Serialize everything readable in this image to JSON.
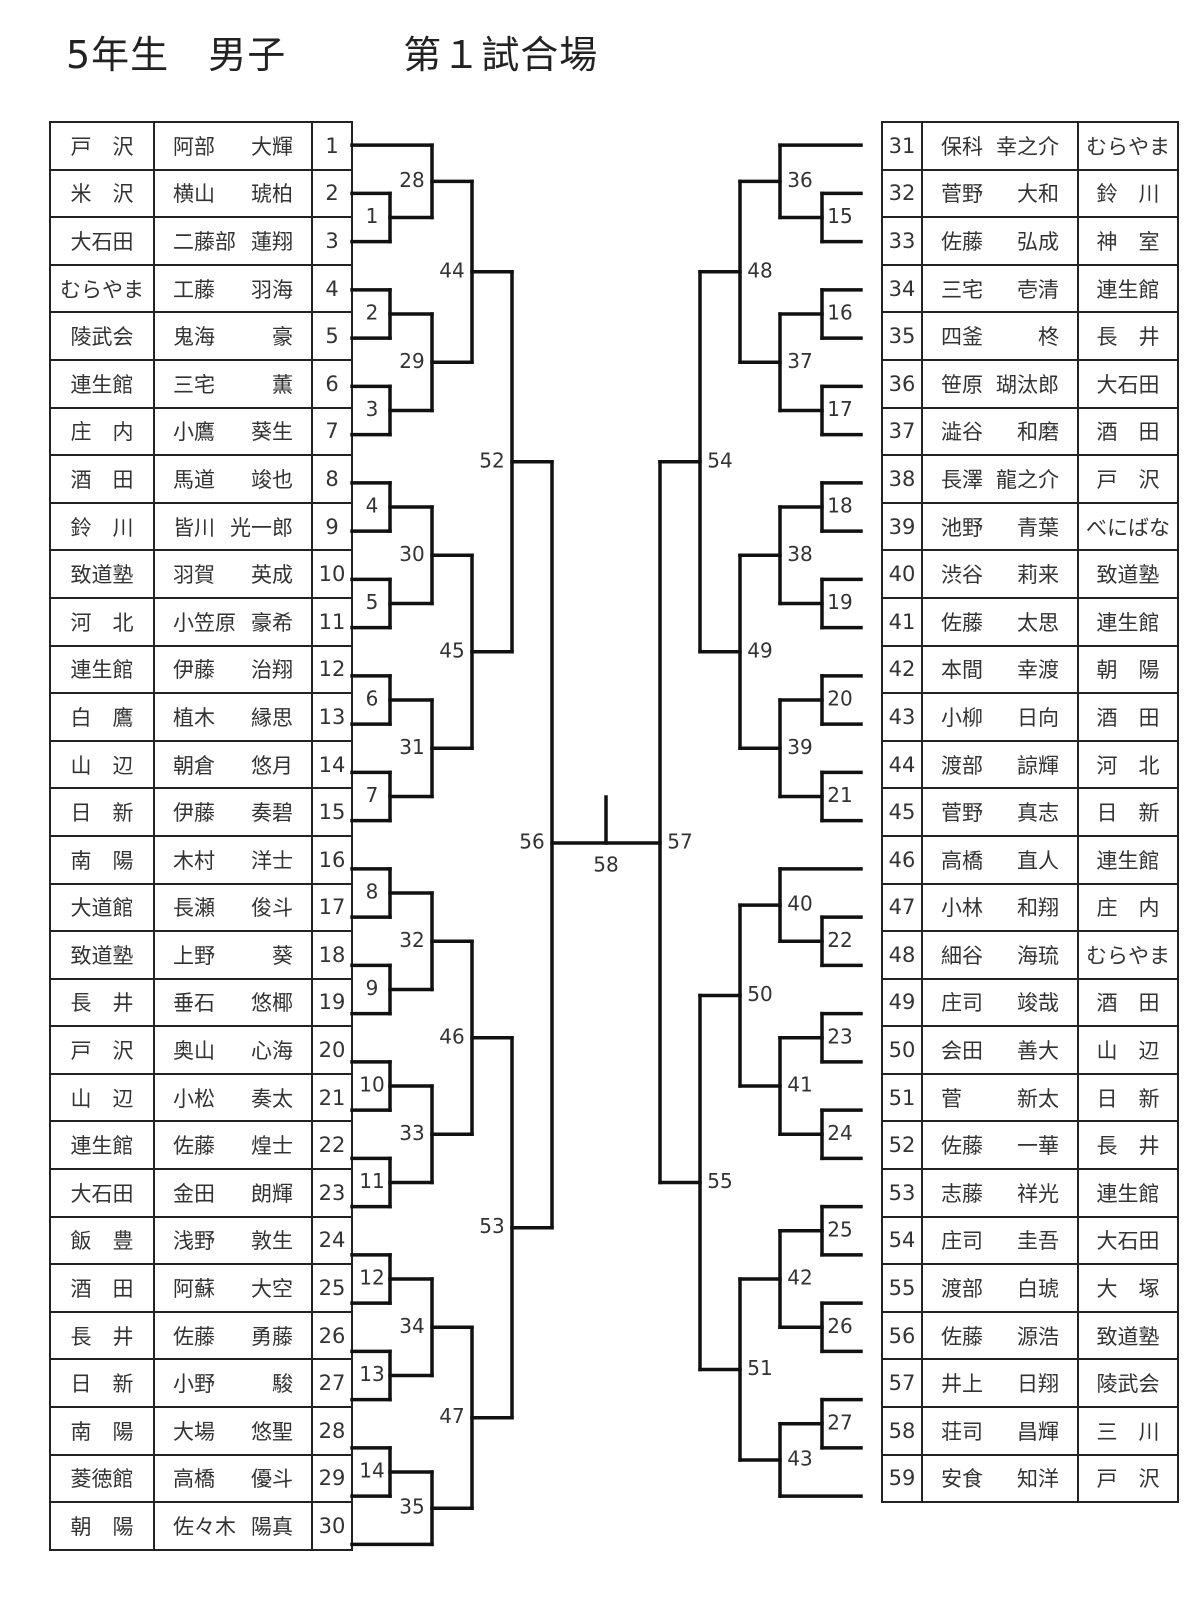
{
  "title": {
    "grade": "5年生",
    "gender": "男子",
    "court": "第１試合場"
  },
  "left_players": [
    {
      "no": "1",
      "team": "戸　沢",
      "family": "阿部",
      "given": "大輝"
    },
    {
      "no": "2",
      "team": "米　沢",
      "family": "横山",
      "given": "琥柏"
    },
    {
      "no": "3",
      "team": "大石田",
      "family": "二藤部",
      "given": "蓮翔"
    },
    {
      "no": "4",
      "team": "むらやま",
      "family": "工藤",
      "given": "羽海"
    },
    {
      "no": "5",
      "team": "陵武会",
      "family": "鬼海",
      "given": "豪"
    },
    {
      "no": "6",
      "team": "連生館",
      "family": "三宅",
      "given": "薫"
    },
    {
      "no": "7",
      "team": "庄　内",
      "family": "小鷹",
      "given": "葵生"
    },
    {
      "no": "8",
      "team": "酒　田",
      "family": "馬道",
      "given": "竣也"
    },
    {
      "no": "9",
      "team": "鈴　川",
      "family": "皆川",
      "given": "光一郎"
    },
    {
      "no": "10",
      "team": "致道塾",
      "family": "羽賀",
      "given": "英成"
    },
    {
      "no": "11",
      "team": "河　北",
      "family": "小笠原",
      "given": "豪希"
    },
    {
      "no": "12",
      "team": "連生館",
      "family": "伊藤",
      "given": "治翔"
    },
    {
      "no": "13",
      "team": "白　鷹",
      "family": "植木",
      "given": "縁思"
    },
    {
      "no": "14",
      "team": "山　辺",
      "family": "朝倉",
      "given": "悠月"
    },
    {
      "no": "15",
      "team": "日　新",
      "family": "伊藤",
      "given": "奏碧"
    },
    {
      "no": "16",
      "team": "南　陽",
      "family": "木村",
      "given": "洋士"
    },
    {
      "no": "17",
      "team": "大道館",
      "family": "長瀬",
      "given": "俊斗"
    },
    {
      "no": "18",
      "team": "致道塾",
      "family": "上野",
      "given": "葵"
    },
    {
      "no": "19",
      "team": "長　井",
      "family": "垂石",
      "given": "悠椰"
    },
    {
      "no": "20",
      "team": "戸　沢",
      "family": "奥山",
      "given": "心海"
    },
    {
      "no": "21",
      "team": "山　辺",
      "family": "小松",
      "given": "奏太"
    },
    {
      "no": "22",
      "team": "連生館",
      "family": "佐藤",
      "given": "煌士"
    },
    {
      "no": "23",
      "team": "大石田",
      "family": "金田",
      "given": "朗輝"
    },
    {
      "no": "24",
      "team": "飯　豊",
      "family": "浅野",
      "given": "敦生"
    },
    {
      "no": "25",
      "team": "酒　田",
      "family": "阿蘇",
      "given": "大空"
    },
    {
      "no": "26",
      "team": "長　井",
      "family": "佐藤",
      "given": "勇藤"
    },
    {
      "no": "27",
      "team": "日　新",
      "family": "小野",
      "given": "駿"
    },
    {
      "no": "28",
      "team": "南　陽",
      "family": "大場",
      "given": "悠聖"
    },
    {
      "no": "29",
      "team": "菱徳館",
      "family": "高橋",
      "given": "優斗"
    },
    {
      "no": "30",
      "team": "朝　陽",
      "family": "佐々木",
      "given": "陽真"
    }
  ],
  "right_players": [
    {
      "no": "31",
      "team": "むらやま",
      "family": "保科",
      "given": "幸之介"
    },
    {
      "no": "32",
      "team": "鈴　川",
      "family": "菅野",
      "given": "大和"
    },
    {
      "no": "33",
      "team": "神　室",
      "family": "佐藤",
      "given": "弘成"
    },
    {
      "no": "34",
      "team": "連生館",
      "family": "三宅",
      "given": "壱清"
    },
    {
      "no": "35",
      "team": "長　井",
      "family": "四釜",
      "given": "柊"
    },
    {
      "no": "36",
      "team": "大石田",
      "family": "笹原",
      "given": "瑚汰郎"
    },
    {
      "no": "37",
      "team": "酒　田",
      "family": "澁谷",
      "given": "和磨"
    },
    {
      "no": "38",
      "team": "戸　沢",
      "family": "長澤",
      "given": "龍之介"
    },
    {
      "no": "39",
      "team": "べにばな",
      "family": "池野",
      "given": "青葉"
    },
    {
      "no": "40",
      "team": "致道塾",
      "family": "渋谷",
      "given": "莉来"
    },
    {
      "no": "41",
      "team": "連生館",
      "family": "佐藤",
      "given": "太思"
    },
    {
      "no": "42",
      "team": "朝　陽",
      "family": "本間",
      "given": "幸渡"
    },
    {
      "no": "43",
      "team": "酒　田",
      "family": "小柳",
      "given": "日向"
    },
    {
      "no": "44",
      "team": "河　北",
      "family": "渡部",
      "given": "諒輝"
    },
    {
      "no": "45",
      "team": "日　新",
      "family": "菅野",
      "given": "真志"
    },
    {
      "no": "46",
      "team": "連生館",
      "family": "高橋",
      "given": "直人"
    },
    {
      "no": "47",
      "team": "庄　内",
      "family": "小林",
      "given": "和翔"
    },
    {
      "no": "48",
      "team": "むらやま",
      "family": "細谷",
      "given": "海琉"
    },
    {
      "no": "49",
      "team": "酒　田",
      "family": "庄司",
      "given": "竣哉"
    },
    {
      "no": "50",
      "team": "山　辺",
      "family": "会田",
      "given": "善大"
    },
    {
      "no": "51",
      "team": "日　新",
      "family": "菅",
      "given": "新太"
    },
    {
      "no": "52",
      "team": "長　井",
      "family": "佐藤",
      "given": "一華"
    },
    {
      "no": "53",
      "team": "連生館",
      "family": "志藤",
      "given": "祥光"
    },
    {
      "no": "54",
      "team": "大石田",
      "family": "庄司",
      "given": "圭吾"
    },
    {
      "no": "55",
      "team": "大　塚",
      "family": "渡部",
      "given": "白琥"
    },
    {
      "no": "56",
      "team": "致道塾",
      "family": "佐藤",
      "given": "源浩"
    },
    {
      "no": "57",
      "team": "陵武会",
      "family": "井上",
      "given": "日翔"
    },
    {
      "no": "58",
      "team": "三　川",
      "family": "荘司",
      "given": "昌輝"
    },
    {
      "no": "59",
      "team": "戸　沢",
      "family": "安食",
      "given": "知洋"
    }
  ],
  "bracket": {
    "left": {
      "round1": [
        {
          "match": "1",
          "slots": [
            2,
            3
          ]
        },
        {
          "match": "2",
          "slots": [
            4,
            5
          ]
        },
        {
          "match": "3",
          "slots": [
            6,
            7
          ]
        },
        {
          "match": "4",
          "slots": [
            8,
            9
          ]
        },
        {
          "match": "5",
          "slots": [
            10,
            11
          ]
        },
        {
          "match": "6",
          "slots": [
            12,
            13
          ]
        },
        {
          "match": "7",
          "slots": [
            14,
            15
          ]
        },
        {
          "match": "8",
          "slots": [
            16,
            17
          ]
        },
        {
          "match": "9",
          "slots": [
            18,
            19
          ]
        },
        {
          "match": "10",
          "slots": [
            20,
            21
          ]
        },
        {
          "match": "11",
          "slots": [
            22,
            23
          ]
        },
        {
          "match": "12",
          "slots": [
            24,
            25
          ]
        },
        {
          "match": "13",
          "slots": [
            26,
            27
          ]
        },
        {
          "match": "14",
          "slots": [
            28,
            29
          ]
        }
      ],
      "round2": [
        {
          "match": "28",
          "from": [
            "p1",
            "m1"
          ]
        },
        {
          "match": "29",
          "from": [
            "m2",
            "m3"
          ]
        },
        {
          "match": "30",
          "from": [
            "m4",
            "m5"
          ]
        },
        {
          "match": "31",
          "from": [
            "m6",
            "m7"
          ]
        },
        {
          "match": "32",
          "from": [
            "m8",
            "m9"
          ]
        },
        {
          "match": "33",
          "from": [
            "m10",
            "m11"
          ]
        },
        {
          "match": "34",
          "from": [
            "m12",
            "m13"
          ]
        },
        {
          "match": "35",
          "from": [
            "m14",
            "p30"
          ]
        }
      ],
      "round3": [
        {
          "match": "44",
          "from": [
            "m28",
            "m29"
          ]
        },
        {
          "match": "45",
          "from": [
            "m30",
            "m31"
          ]
        },
        {
          "match": "46",
          "from": [
            "m32",
            "m33"
          ]
        },
        {
          "match": "47",
          "from": [
            "m34",
            "m35"
          ]
        }
      ],
      "round4": [
        {
          "match": "52",
          "from": [
            "m44",
            "m45"
          ]
        },
        {
          "match": "53",
          "from": [
            "m46",
            "m47"
          ]
        }
      ],
      "semi": {
        "match": "56",
        "from": [
          "m52",
          "m53"
        ]
      }
    },
    "right": {
      "round1": [
        {
          "match": "15",
          "slots": [
            32,
            33
          ]
        },
        {
          "match": "16",
          "slots": [
            34,
            35
          ]
        },
        {
          "match": "17",
          "slots": [
            36,
            37
          ]
        },
        {
          "match": "18",
          "slots": [
            38,
            39
          ]
        },
        {
          "match": "19",
          "slots": [
            40,
            41
          ]
        },
        {
          "match": "20",
          "slots": [
            42,
            43
          ]
        },
        {
          "match": "21",
          "slots": [
            44,
            45
          ]
        },
        {
          "match": "22",
          "slots": [
            47,
            48
          ]
        },
        {
          "match": "23",
          "slots": [
            49,
            50
          ]
        },
        {
          "match": "24",
          "slots": [
            51,
            52
          ]
        },
        {
          "match": "25",
          "slots": [
            53,
            54
          ]
        },
        {
          "match": "26",
          "slots": [
            55,
            56
          ]
        },
        {
          "match": "27",
          "slots": [
            57,
            58
          ]
        }
      ],
      "round2": [
        {
          "match": "36",
          "from": [
            "p31",
            "m15"
          ]
        },
        {
          "match": "37",
          "from": [
            "m16",
            "m17"
          ]
        },
        {
          "match": "38",
          "from": [
            "m18",
            "m19"
          ]
        },
        {
          "match": "39",
          "from": [
            "m20",
            "m21"
          ]
        },
        {
          "match": "40",
          "from": [
            "p46",
            "m22"
          ]
        },
        {
          "match": "41",
          "from": [
            "m23",
            "m24"
          ]
        },
        {
          "match": "42",
          "from": [
            "m25",
            "m26"
          ]
        },
        {
          "match": "43",
          "from": [
            "m27",
            "p59"
          ]
        }
      ],
      "round3": [
        {
          "match": "48",
          "from": [
            "m36",
            "m37"
          ]
        },
        {
          "match": "49",
          "from": [
            "m38",
            "m39"
          ]
        },
        {
          "match": "50",
          "from": [
            "m40",
            "m41"
          ]
        },
        {
          "match": "51",
          "from": [
            "m42",
            "m43"
          ]
        }
      ],
      "round4": [
        {
          "match": "54",
          "from": [
            "m48",
            "m49"
          ]
        },
        {
          "match": "55",
          "from": [
            "m50",
            "m51"
          ]
        }
      ],
      "semi": {
        "match": "57",
        "from": [
          "m54",
          "m55"
        ]
      }
    },
    "final": {
      "match": "58"
    }
  }
}
